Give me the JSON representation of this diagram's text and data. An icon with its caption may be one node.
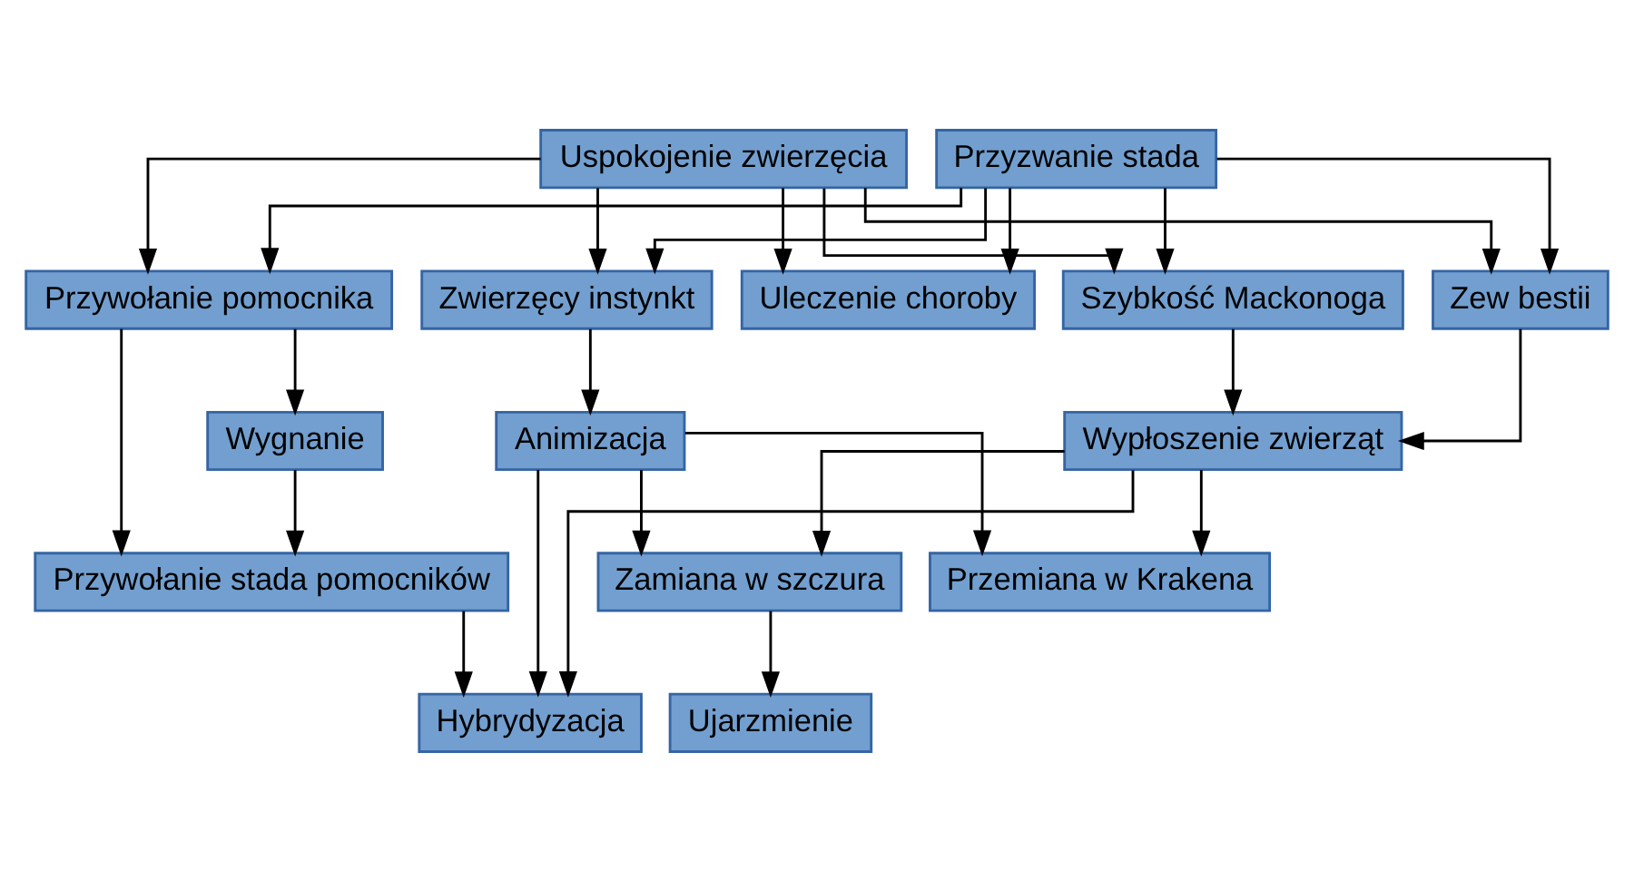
{
  "diagram": {
    "nodes": [
      {
        "text": [
          "Uspokojenie zwierzęcia"
        ]
      },
      {
        "text": [
          "Przyzwanie stada"
        ]
      },
      {
        "text": [
          "Uleczenie choroby"
        ]
      },
      {
        "text": [
          "Zew bestii"
        ]
      },
      {
        "text": [
          "Szybkość Mackonoga"
        ]
      },
      {
        "text": [
          "Zwierzęcy instynkt"
        ]
      },
      {
        "text": [
          "Przywołanie pomocnika"
        ]
      },
      {
        "text": [
          "Wypłoszenie zwierząt"
        ]
      },
      {
        "text": [
          "Animizacja"
        ]
      },
      {
        "text": [
          "Wygnanie"
        ]
      },
      {
        "text": [
          "Przemiana w Krakena"
        ]
      },
      {
        "text": [
          "Zamiana w szczura"
        ]
      },
      {
        "text": [
          "Przywołanie stada pomocników"
        ]
      },
      {
        "text": [
          "Ujarzmienie"
        ]
      },
      {
        "text": [
          "Hybrydyzacja"
        ]
      }
    ],
    "edges": [
      {
        "from": 0,
        "to": 2,
        "arrow": "to"
      },
      {
        "from": 0,
        "to": 3,
        "arrow": "to"
      },
      {
        "from": 0,
        "to": 4,
        "arrow": "to"
      },
      {
        "from": 0,
        "to": 5,
        "arrow": "to"
      },
      {
        "from": 0,
        "to": 6,
        "arrow": "to"
      },
      {
        "from": 1,
        "to": 2,
        "arrow": "to"
      },
      {
        "from": 1,
        "to": 3,
        "arrow": "to"
      },
      {
        "from": 1,
        "to": 4,
        "arrow": "to"
      },
      {
        "from": 1,
        "to": 5,
        "arrow": "to"
      },
      {
        "from": 1,
        "to": 6,
        "arrow": "to"
      },
      {
        "from": 3,
        "to": 7,
        "arrow": "to"
      },
      {
        "from": 4,
        "to": 7,
        "arrow": "to"
      },
      {
        "from": 5,
        "to": 8,
        "arrow": "to"
      },
      {
        "from": 6,
        "to": 9,
        "arrow": "to"
      },
      {
        "from": 6,
        "to": 12,
        "arrow": "to"
      },
      {
        "from": 9,
        "to": 12,
        "arrow": "to"
      },
      {
        "from": 7,
        "to": 10,
        "arrow": "to"
      },
      {
        "from": 7,
        "to": 11,
        "arrow": "to"
      },
      {
        "from": 7,
        "to": 14,
        "arrow": "to"
      },
      {
        "from": 8,
        "to": 10,
        "arrow": "to"
      },
      {
        "from": 8,
        "to": 11,
        "arrow": "to"
      },
      {
        "from": 8,
        "to": 14,
        "arrow": "to"
      },
      {
        "from": 12,
        "to": 14,
        "arrow": "to"
      },
      {
        "from": 11,
        "to": 13,
        "arrow": "to"
      }
    ]
  }
}
